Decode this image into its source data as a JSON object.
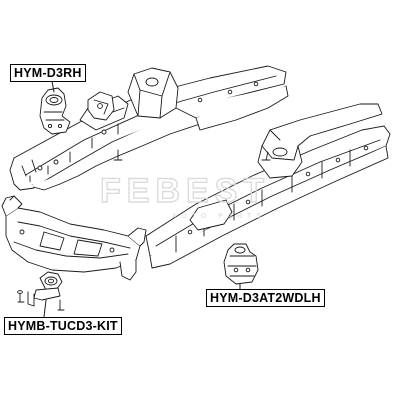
{
  "labels": {
    "upper_mount": "HYM-D3RH",
    "lower_right_mount": "HYM-D3AT2WDLH",
    "subframe_kit": "HYMB-TUCD3-KIT"
  },
  "watermark": {
    "brand": "FEBEST",
    "subtitle": "AUTO PARTS",
    "color": "#d8d8d8"
  },
  "colors": {
    "line": "#1a1a1a",
    "fill": "#ffffff"
  }
}
